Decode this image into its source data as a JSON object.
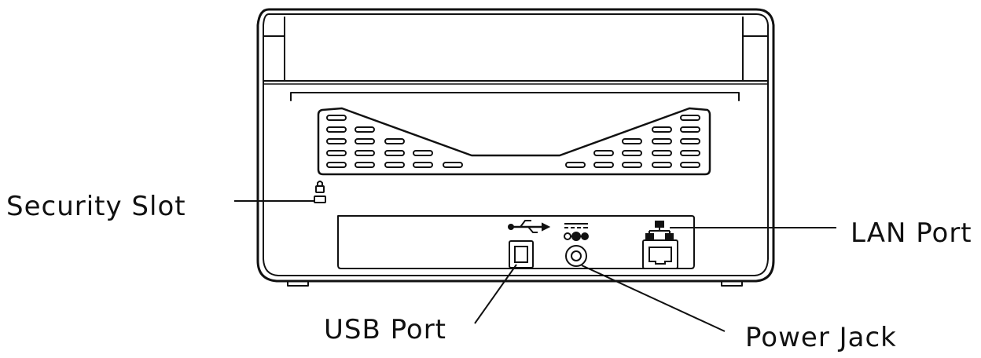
{
  "labels": {
    "security_slot": "Security Slot",
    "lan_port": "LAN Port",
    "usb_port": "USB Port",
    "power_jack": "Power Jack"
  },
  "colors": {
    "line": "#111111",
    "background": "#ffffff"
  }
}
